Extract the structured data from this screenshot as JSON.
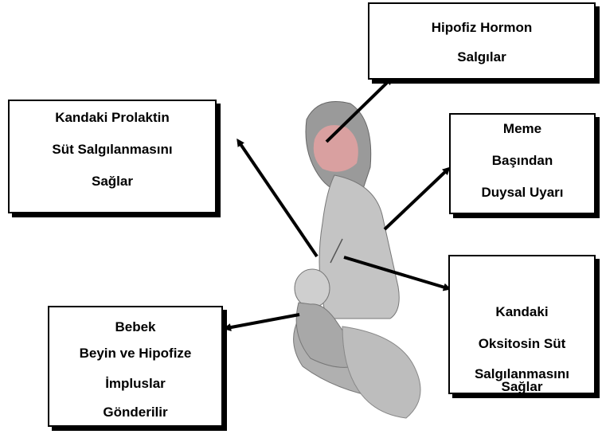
{
  "boxes": {
    "hipofiz": [
      "Hipofiz Hormon",
      "Salgılar"
    ],
    "prolaktin": [
      "Kandaki Prolaktin",
      "Süt Salgılanmasını",
      "Sağlar"
    ],
    "meme": [
      "Meme",
      "Başından",
      "Duysal Uyarı"
    ],
    "oksitosin": [
      "Kandaki",
      "Oksitosin Süt",
      "Salgılanmasını",
      "Sağlar"
    ],
    "bebek": [
      "Bebek",
      "Beyin ve Hipofize",
      "İmpluslar",
      "Gönderilir"
    ]
  },
  "illustration": {
    "icon": "mother-breastfeeding-baby-illustration"
  },
  "colors": {
    "box_border": "#000000",
    "arrow": "#000000",
    "brain": "#d9a0a0",
    "figure": "#b8b8b8"
  }
}
